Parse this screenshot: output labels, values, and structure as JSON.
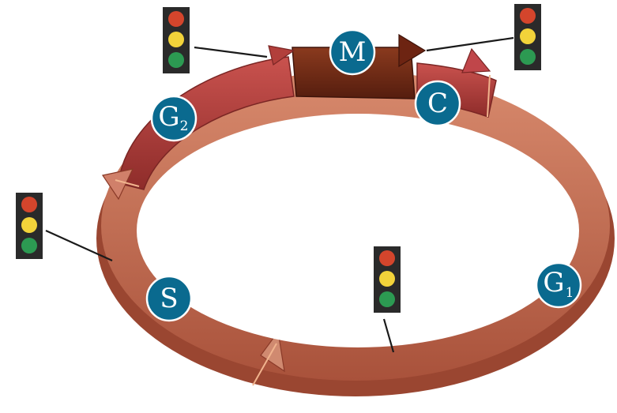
{
  "colors": {
    "ring_g1_s": "#c46a4f",
    "ring_g2": "#a93c3a",
    "ring_m": "#6a2716",
    "ring_c": "#b8444a",
    "ring_edge": "#8a3a28",
    "ring_highlight": "#f1b48e",
    "phase_circle": "#0a6a8f",
    "phase_circle_edge": "#ffffff",
    "light_housing": "#2a2a2a",
    "light_red": "#d4452c",
    "light_yellow": "#f2d33a",
    "light_green": "#2c9a52",
    "connector_line": "#1a1a1a"
  },
  "phases": [
    {
      "id": "g2",
      "main": "G",
      "sub": "2"
    },
    {
      "id": "m",
      "main": "M",
      "sub": ""
    },
    {
      "id": "c",
      "main": "C",
      "sub": ""
    },
    {
      "id": "s",
      "main": "S",
      "sub": ""
    },
    {
      "id": "g1",
      "main": "G",
      "sub": "1"
    }
  ],
  "checkpoints": [
    {
      "id": "g2-m"
    },
    {
      "id": "m-c"
    },
    {
      "id": "g1-s"
    },
    {
      "id": "g1"
    }
  ]
}
